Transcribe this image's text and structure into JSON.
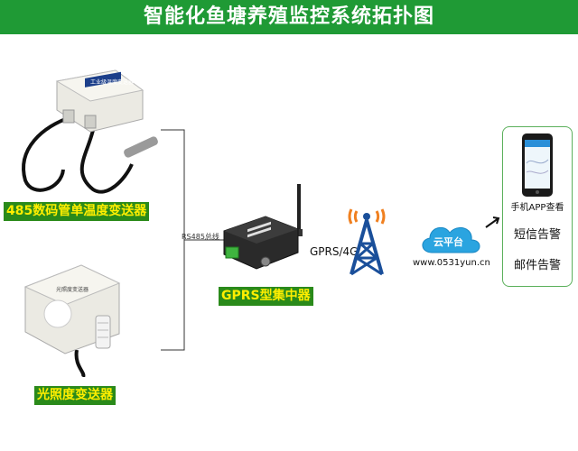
{
  "title": "智能化鱼塘养殖监控系统拓扑图",
  "devices": {
    "temp_sensor": {
      "label": "485数码管单温度变送器",
      "plate": "工业级温度变送器"
    },
    "light_sensor": {
      "label": "光照度变送器",
      "plate": "光照度变送器"
    },
    "gprs_concentrator": {
      "label": "GPRS型集中器"
    }
  },
  "links": {
    "bus_label": "RS485总线",
    "wireless_label": "GPRS/4G",
    "cloud_label": "云平台",
    "cloud_url": "www.0531yun.cn"
  },
  "clients": {
    "app_label": "手机APP查看",
    "sms_label": "短信告警",
    "email_label": "邮件告警"
  },
  "colors": {
    "banner": "#1f9a35",
    "label_bg": "#2a8a1a",
    "label_text": "#ffee00",
    "cloud": "#2aa4e0",
    "tower": "#1a4f9a",
    "signal": "#f08020"
  }
}
